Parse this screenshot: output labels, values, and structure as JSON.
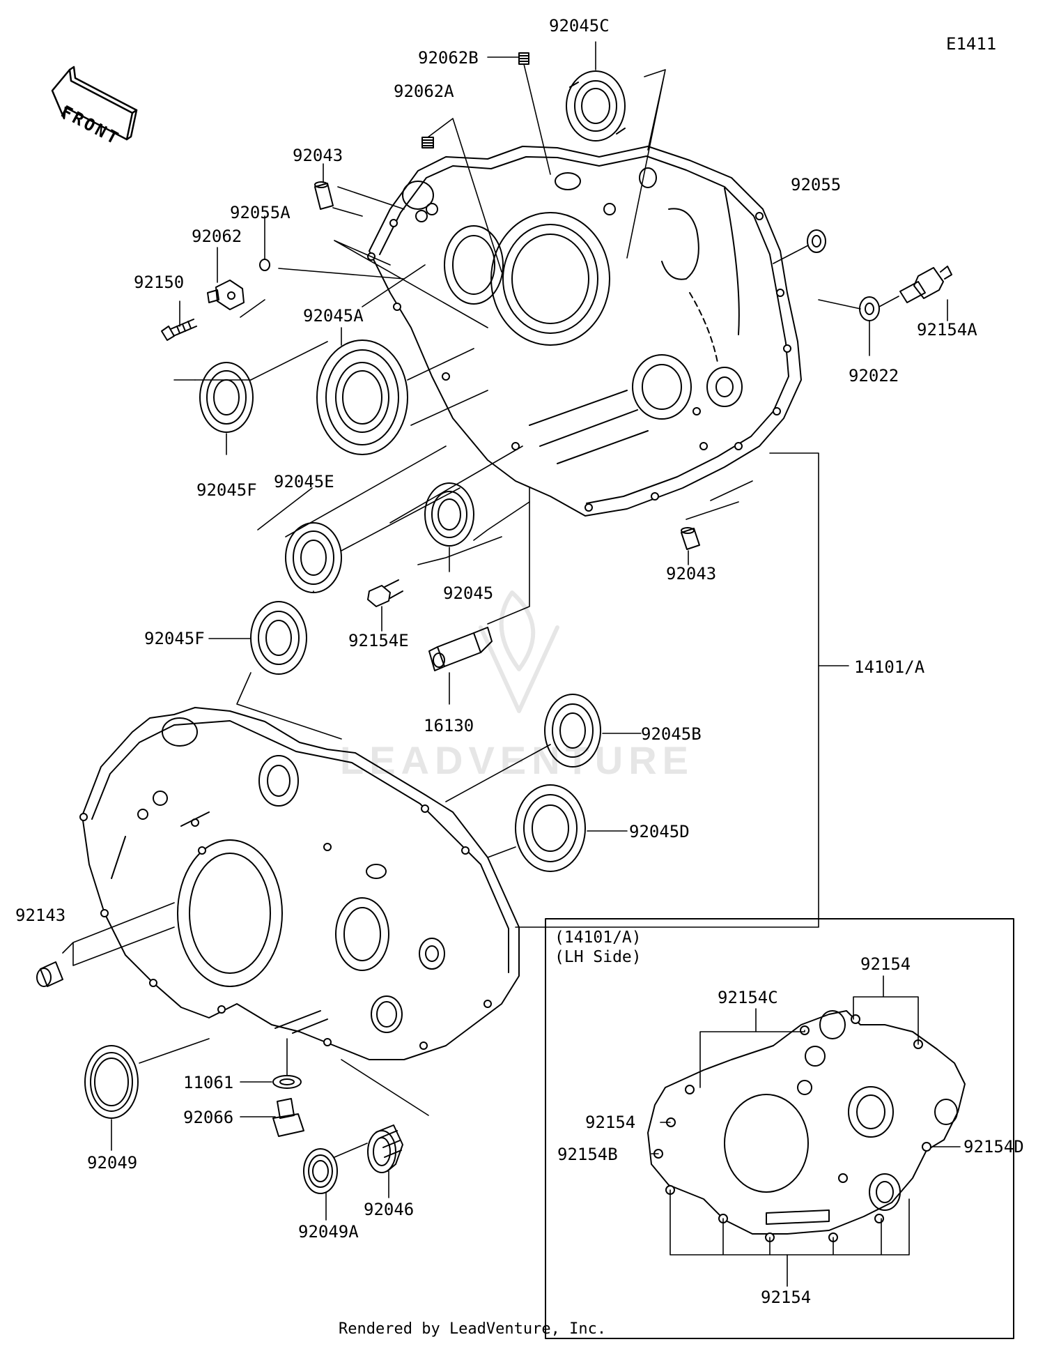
{
  "diagram_code": "E1411",
  "front_label": "FRONT",
  "watermark": "LEADVENTURE",
  "footer": "Rendered by LeadVenture, Inc.",
  "inset": {
    "title_line1": "(14101/A)",
    "title_line2": "(LH Side)"
  },
  "parts": {
    "p92045C": "92045C",
    "p92062B": "92062B",
    "p92062A": "92062A",
    "p92043_top": "92043",
    "p92055A": "92055A",
    "p92062": "92062",
    "p92150": "92150",
    "p92045A": "92045A",
    "p92055": "92055",
    "p92154A": "92154A",
    "p92022": "92022",
    "p92045F_top": "92045F",
    "p92045E": "92045E",
    "p92045": "92045",
    "p92043_bottom": "92043",
    "p92154E": "92154E",
    "p92045F_mid": "92045F",
    "p16130": "16130",
    "p14101A": "14101/A",
    "p92045B": "92045B",
    "p92045D": "92045D",
    "p92143": "92143",
    "p11061": "11061",
    "p92066": "92066",
    "p92049": "92049",
    "p92046": "92046",
    "p92049A": "92049A",
    "p92154_inset_top": "92154",
    "p92154C": "92154C",
    "p92154_inset_left": "92154",
    "p92154B": "92154B",
    "p92154D": "92154D",
    "p92154_inset_bottom": "92154"
  }
}
